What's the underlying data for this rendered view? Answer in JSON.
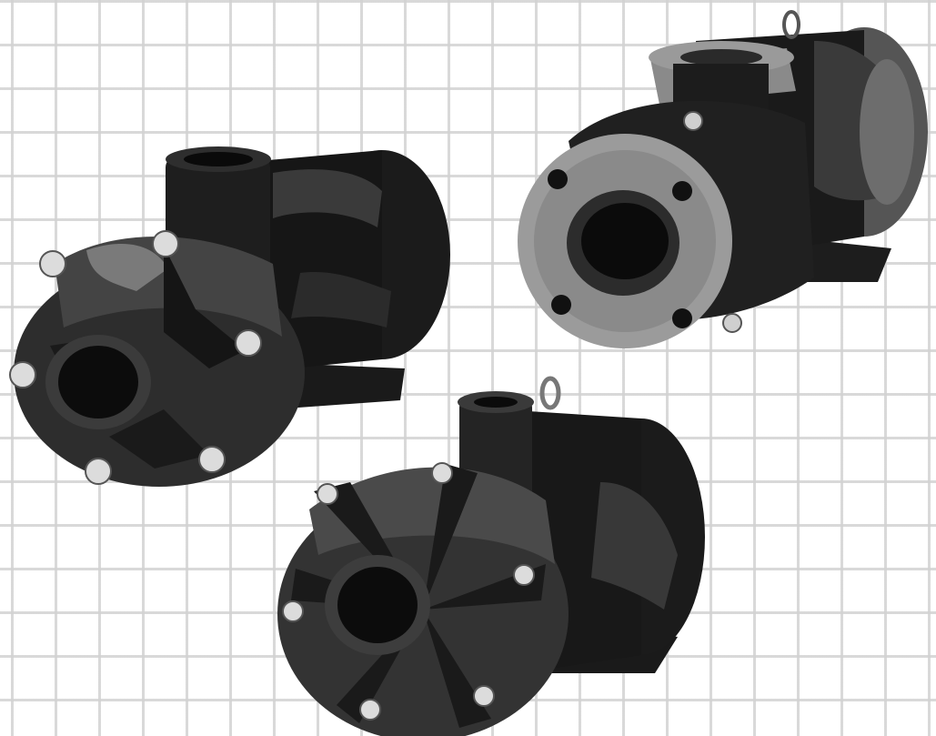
{
  "image": {
    "background": "grid paper",
    "subjects": [
      "centrifugal-pump",
      "flanged-centrifugal-pump",
      "magnetic-drive-pump"
    ]
  },
  "colors": {
    "background": "#ffffff",
    "grid_line": "#d2d2d2",
    "motor_dark": "#141414",
    "body_mid": "#333333",
    "highlight": "#8c8c8c",
    "bolt": "#e0e0e0"
  }
}
